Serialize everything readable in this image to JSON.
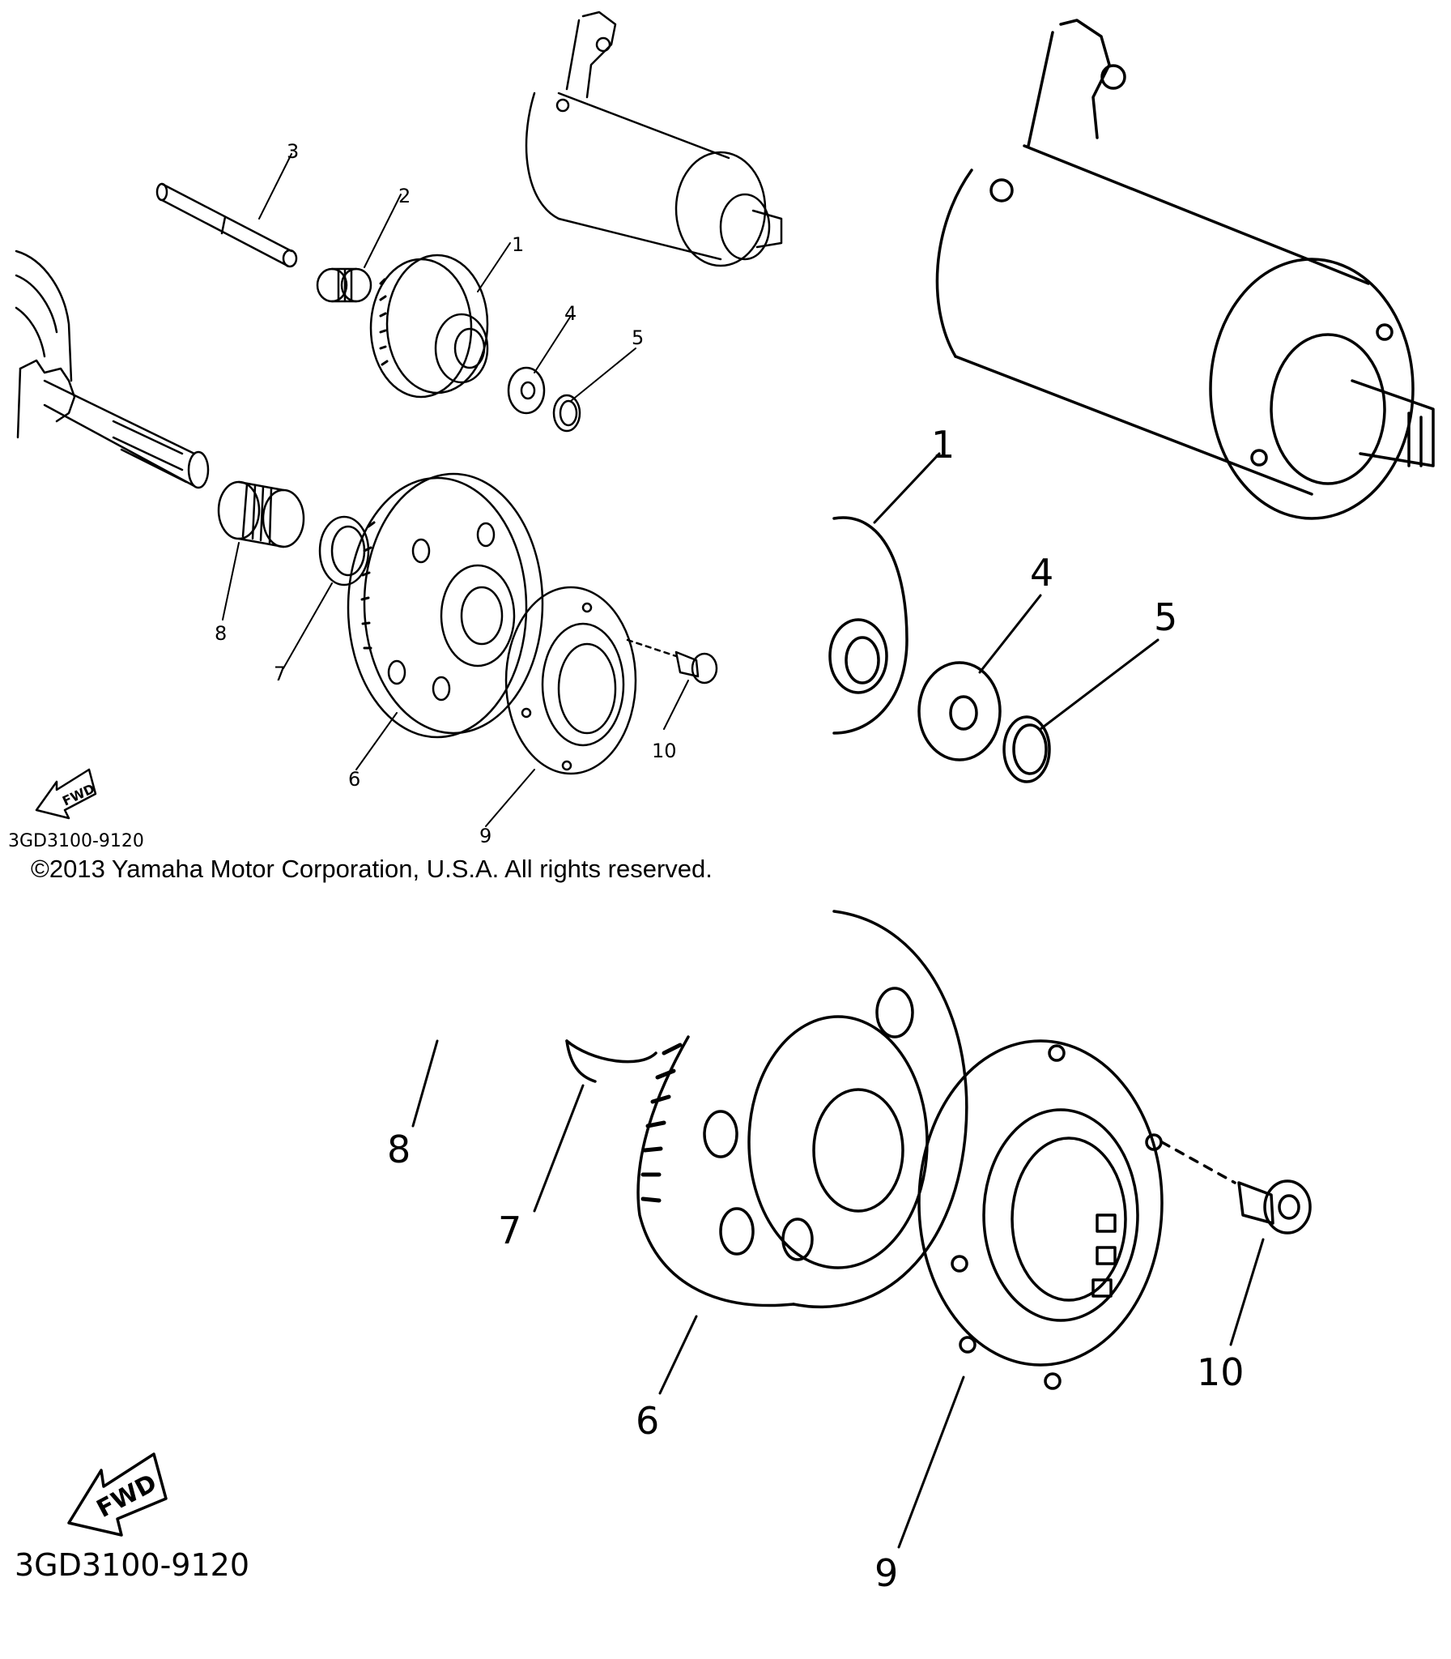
{
  "diagram_number": "3GD3100-9120",
  "direction_marker": "FWD",
  "copyright": "©2013 Yamaha Motor Corporation, U.S.A. All rights reserved.",
  "callouts": [
    "1",
    "2",
    "3",
    "4",
    "5",
    "6",
    "7",
    "8",
    "9",
    "10"
  ]
}
